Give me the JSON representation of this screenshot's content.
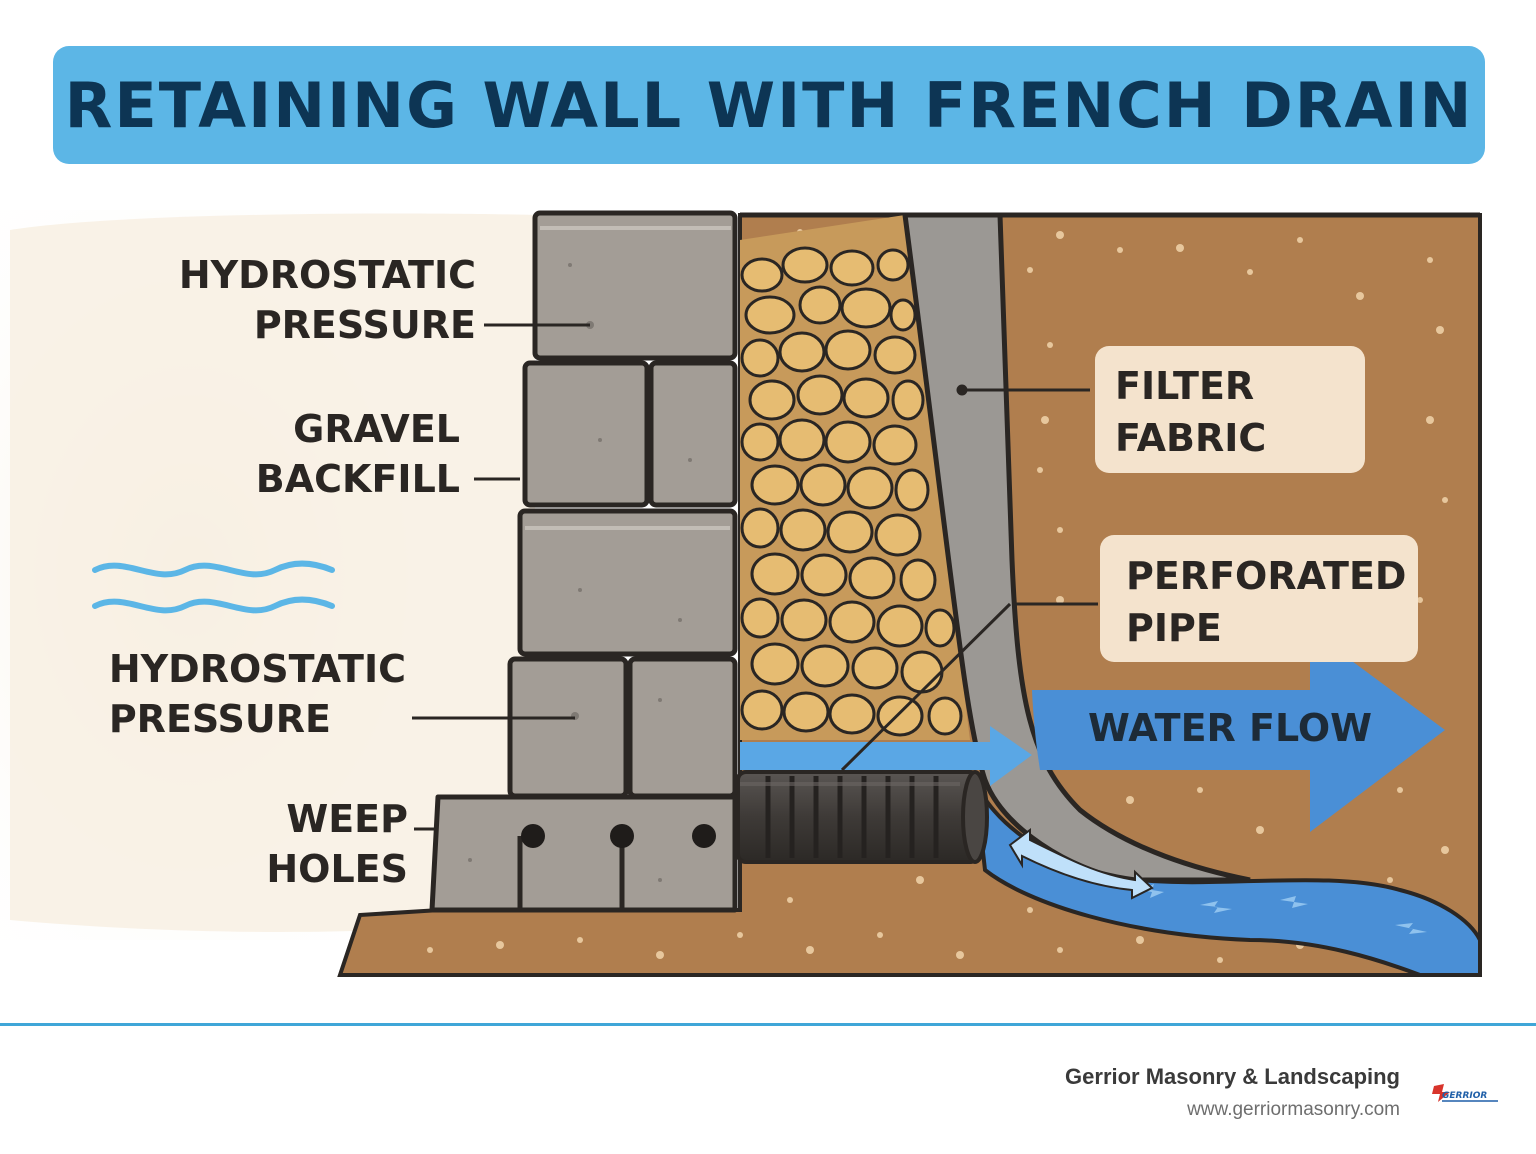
{
  "title": "RETAINING WALL WITH FRENCH DRAIN",
  "labels": {
    "hydrostatic_top": [
      "HYDROSTATIC",
      "PRESSURE"
    ],
    "gravel_backfill": [
      "GRAVEL",
      "BACKFILL"
    ],
    "hydrostatic_bottom": [
      "HYDROSTATIC",
      "PRESSURE"
    ],
    "weep_holes": [
      "WEEP",
      "HOLES"
    ],
    "filter_fabric": [
      "FILTER",
      "FABRIC"
    ],
    "perforated_pipe": [
      "PERFORATED",
      "PIPE"
    ],
    "water_flow": "WATER FLOW"
  },
  "footer": {
    "company": "Gerrior Masonry & Landscaping",
    "url": "www.gerriormasonry.com",
    "logo_text": "GERRIOR"
  },
  "colors": {
    "title_bg": "#5cb6e6",
    "title_text": "#0d3554",
    "soil": "#b07e4e",
    "stone": "#a39d96",
    "gravel": "#e3b66a",
    "water": "#4a90d9"
  }
}
